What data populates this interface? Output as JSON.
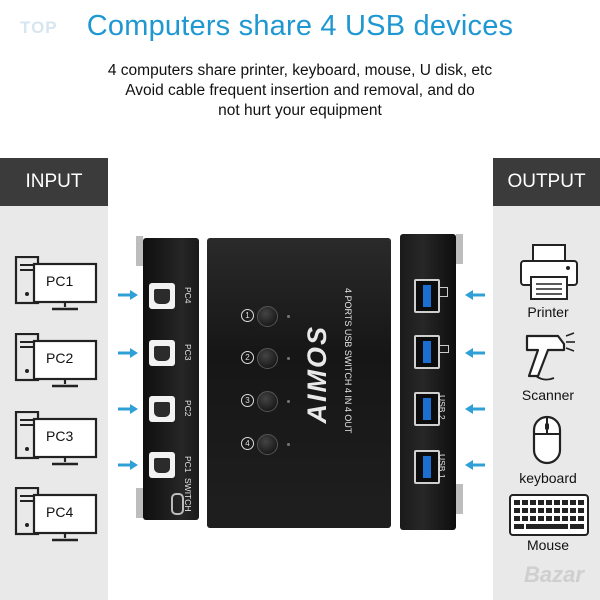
{
  "header": {
    "title": "Computers share 4 USB devices",
    "watermark": "TOP",
    "lines": [
      "4 computers share printer, keyboard, mouse, U disk, etc",
      "Avoid cable frequent insertion and removal, and do",
      "not hurt your equipment"
    ]
  },
  "input": {
    "heading": "INPUT",
    "pcs": [
      "PC1",
      "PC2",
      "PC3",
      "PC4"
    ]
  },
  "output": {
    "heading": "OUTPUT",
    "devices": [
      "Printer",
      "Scanner",
      "keyboard",
      "Mouse"
    ]
  },
  "device": {
    "left_labels": [
      "PC4",
      "PC3",
      "PC2",
      "PC1"
    ],
    "switch_label": "SWITCH",
    "brand": "AIMOS",
    "model_text": "4 PORTS USB SWITCH 4 IN 4 OUT",
    "button_numbers": [
      "1",
      "2",
      "3",
      "4"
    ],
    "right_labels": [
      "USB 2",
      "USB 1"
    ]
  },
  "footer_watermark": "Bazar",
  "colors": {
    "title": "#1f98d2",
    "arrow": "#2f9fd8",
    "usb_blue": "#1a6fd1",
    "panel_head": "#3b3b3b"
  }
}
